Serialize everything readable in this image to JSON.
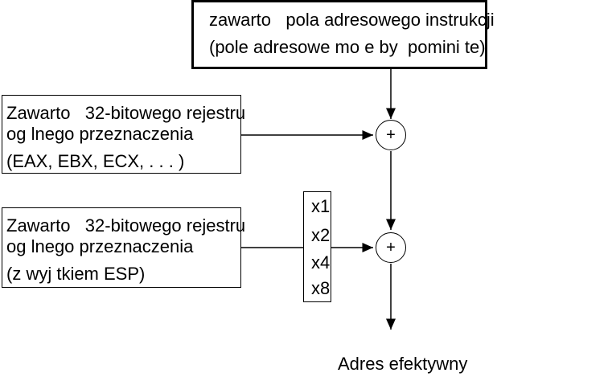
{
  "top_box": {
    "line1": "zawarto   pola adresowego instrukcji",
    "line2": "(pole adresowe mo e by  pomini te)"
  },
  "base_box": {
    "line1": "Zawarto   32-bitowego rejestru",
    "line2": "og lnego przeznaczenia",
    "line3": "(EAX, EBX, ECX, . . . )"
  },
  "index_box": {
    "line1": "Zawarto   32-bitowego rejestru",
    "line2": "og lnego przeznaczenia",
    "line3": "(z wyj tkiem ESP)"
  },
  "scale_options": [
    "x1",
    "x2",
    "x4",
    "x8"
  ],
  "adder_symbol": "+",
  "output_label": "Adres efektywny"
}
